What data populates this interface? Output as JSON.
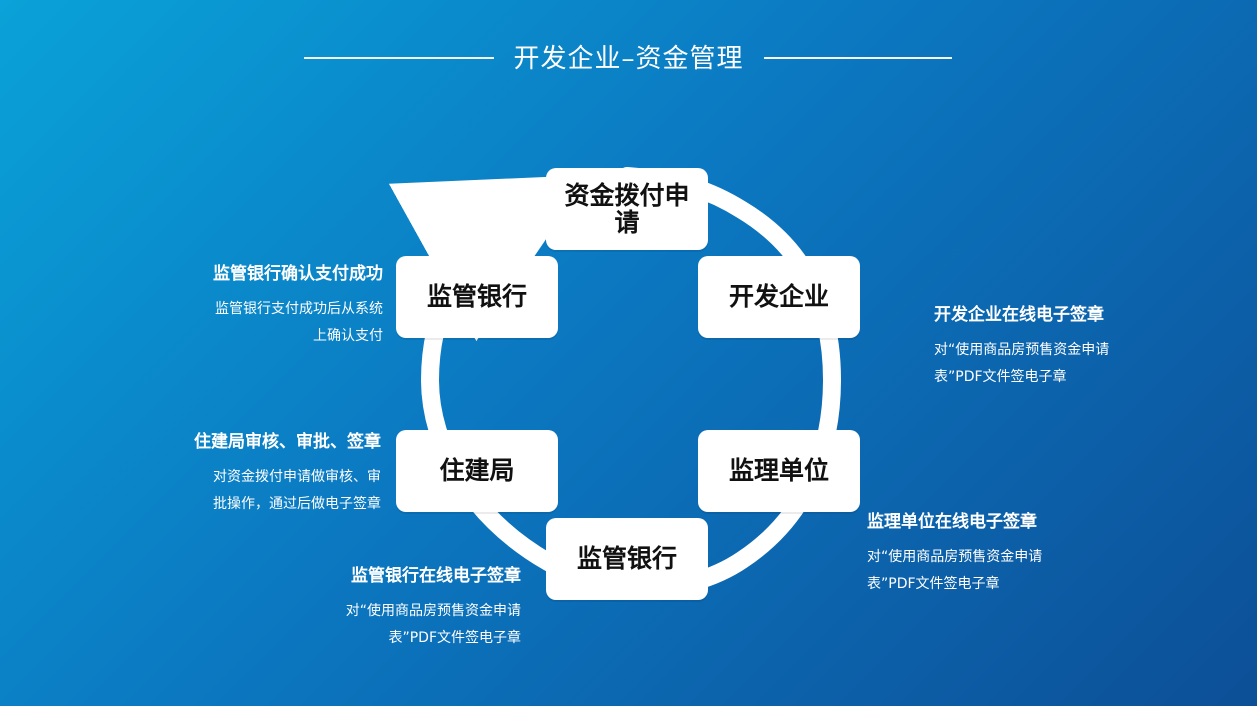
{
  "header": {
    "title": "开发企业–资金管理"
  },
  "diagram": {
    "nodes": [
      {
        "label": "资金拨付申请"
      },
      {
        "label": "开发企业"
      },
      {
        "label": "监理单位"
      },
      {
        "label": "监管银行"
      },
      {
        "label": "住建局"
      },
      {
        "label": "监管银行"
      }
    ]
  },
  "descriptions": {
    "top_left": {
      "title": "监管银行确认支付成功",
      "body_line1": "监管银行支付成功后从系统",
      "body_line2": "上确认支付"
    },
    "mid_left": {
      "title": "住建局审核、审批、签章",
      "body_line1": "对资金拨付申请做审核、审",
      "body_line2": "批操作，通过后做电子签章"
    },
    "bottom_left": {
      "title": "监管银行在线电子签章",
      "body_line1": "对“使用商品房预售资金申请",
      "body_line2": "表”PDF文件签电子章"
    },
    "right_top": {
      "title": "开发企业在线电子签章",
      "body_line1": "对“使用商品房预售资金申请",
      "body_line2": "表”PDF文件签电子章"
    },
    "right_mid": {
      "title": "监理单位在线电子签章",
      "body_line1": "对“使用商品房预售资金申请",
      "body_line2": "表”PDF文件签电子章"
    }
  },
  "colors": {
    "background_start": "#0aa2d8",
    "background_mid": "#0b78c1",
    "background_end": "#0c4f97",
    "foreground": "#ffffff",
    "node_text": "#111111"
  }
}
